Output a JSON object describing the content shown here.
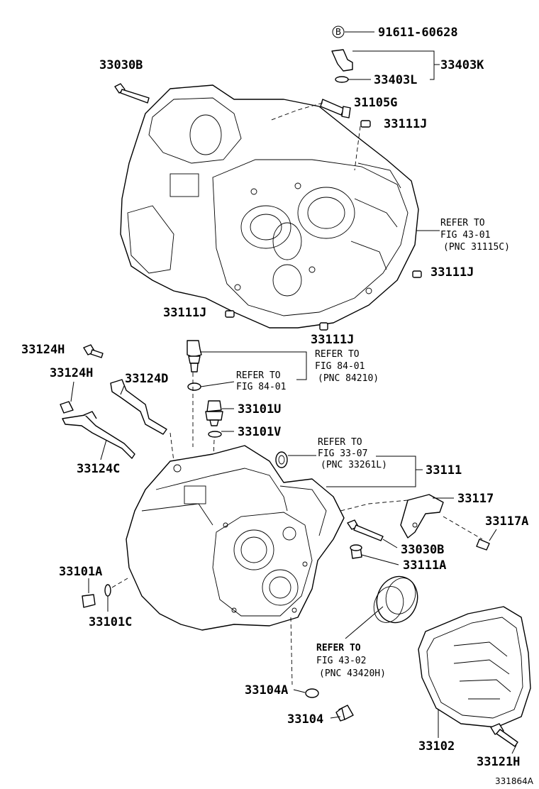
{
  "callouts": {
    "p91611": "91611-60628",
    "badge": "B",
    "p33403K": "33403K",
    "p33403L": "33403L",
    "p33030B_top": "33030B",
    "p31105G": "31105G",
    "p33111J_a": "33111J",
    "p33111J_b": "33111J",
    "p33111J_c": "33111J",
    "p33111J_d": "33111J",
    "p33124H_a": "33124H",
    "p33124H_b": "33124H",
    "p33124D": "33124D",
    "p33124C": "33124C",
    "p33101U": "33101U",
    "p33101V": "33101V",
    "p33111": "33111",
    "p33117": "33117",
    "p33117A": "33117A",
    "p33030B_mid": "33030B",
    "p33111A": "33111A",
    "p33101A": "33101A",
    "p33101C": "33101C",
    "p33104A": "33104A",
    "p33104": "33104",
    "p33102": "33102",
    "p33121H": "33121H"
  },
  "references": {
    "r43_01": [
      "REFER TO",
      "FIG 43-01",
      "(PNC 31115C)"
    ],
    "r84_01a": [
      "REFER TO",
      "FIG 84-01",
      "(PNC 84210)"
    ],
    "r84_01b": [
      "REFER TO",
      "FIG 84-01"
    ],
    "r33_07": [
      "REFER TO",
      "FIG 33-07",
      "(PNC 33261L)"
    ],
    "r43_02": [
      "REFER TO",
      "FIG 43-02",
      "(PNC 43420H)"
    ]
  },
  "figure_id": "331864A"
}
